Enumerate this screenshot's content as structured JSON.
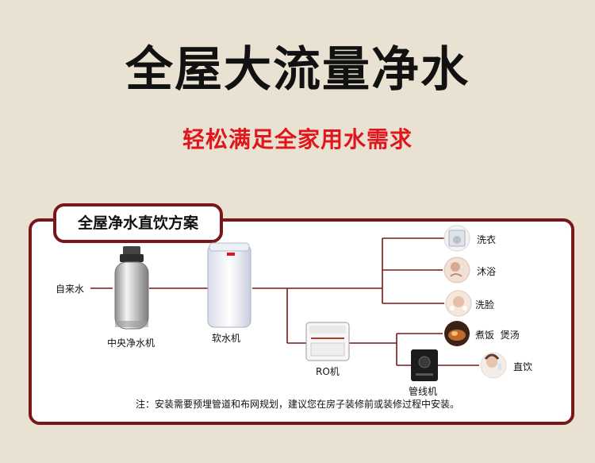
{
  "title": "全屋大流量净水",
  "subtitle": "轻松满足全家用水需求",
  "panel": {
    "tag": "全屋净水直饮方案",
    "note": "注：安装需要预埋管道和布网规划，建议您在房子装修前或装修过程中安装。"
  },
  "nodes": {
    "inlet": "自来水",
    "central_purifier": "中央净水机",
    "softener": "软水机",
    "ro": "RO机",
    "pipeline": "管线机"
  },
  "outlets": {
    "laundry": "洗衣",
    "shower": "沐浴",
    "face": "洗脸",
    "cooking": "煮饭  煲汤",
    "drinking": "直饮"
  },
  "colors": {
    "accent": "#e0161d",
    "frame": "#7a1618",
    "line": "#7a1618",
    "background": "#e9e2d2"
  }
}
